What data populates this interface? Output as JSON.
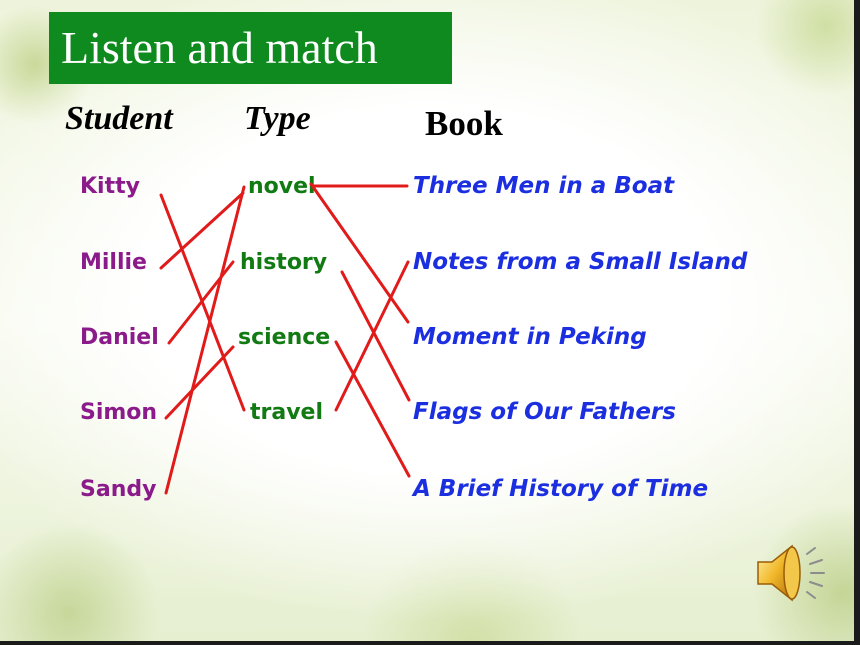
{
  "title": "Listen and match",
  "headers": {
    "student": "Student",
    "type": "Type",
    "book": "Book"
  },
  "students": [
    "Kitty",
    "Millie",
    "Daniel",
    "Simon",
    "Sandy"
  ],
  "types": [
    "novel",
    "history",
    "science",
    "travel"
  ],
  "books": [
    "Three Men in a Boat",
    "Notes from a Small Island",
    "Moment in Peking",
    "Flags of Our Fathers",
    "A Brief History of Time"
  ],
  "colors": {
    "title_bg": "#0e8a1e",
    "student": "#8b1a8a",
    "type": "#127a12",
    "book": "#1c2fe0",
    "line": "#e11a1a"
  },
  "icons": {
    "audio": "speaker-icon"
  }
}
